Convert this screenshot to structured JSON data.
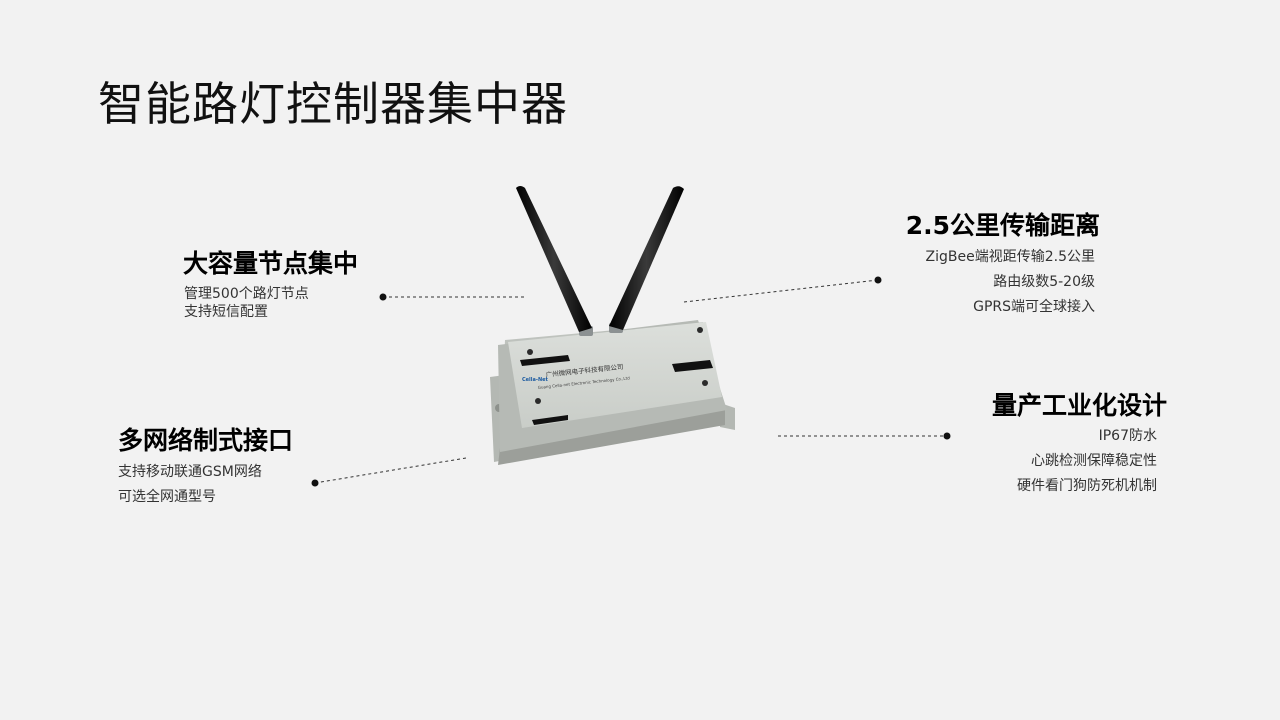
{
  "title": "智能路灯控制器集中器",
  "features": {
    "capacity": {
      "title": "大容量节点集中",
      "lines": [
        "管理500个路灯节点",
        "支持短信配置"
      ]
    },
    "network": {
      "title": "多网络制式接口",
      "lines": [
        "支持移动联通GSM网络",
        "可选全网通型号"
      ]
    },
    "distance": {
      "title": "2.5公里传输距离",
      "lines": [
        "ZigBee端视距传输2.5公里",
        "路由级数5-20级",
        "GPRS端可全球接入"
      ]
    },
    "industrial": {
      "title": "量产工业化设计",
      "lines": [
        "IP67防水",
        "心跳检测保障稳定性",
        "硬件看门狗防死机机制"
      ]
    }
  },
  "device": {
    "label_cn": "广州微网电子科技有限公司",
    "label_en": "Guang Cella-net Electronic Technology Co.,Ltd",
    "brand": "Cella-Net",
    "enclosure_color": "#cfd3ce",
    "antenna_color": "#141414"
  }
}
